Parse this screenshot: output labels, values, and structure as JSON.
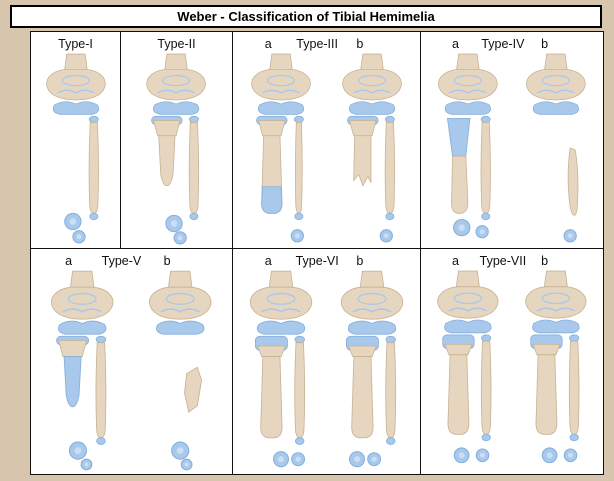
{
  "title": "Weber - Classification of Tibial Hemimelia",
  "colors": {
    "background": "#d7c5ae",
    "panel_bg": "#ffffff",
    "border": "#111111",
    "bone_tan": "#e6d6bf",
    "bone_edge": "#c9b394",
    "bone_blue": "#a8c9ec",
    "blue_edge": "#85afdc",
    "dot_highlight": "#cfe0f4"
  },
  "panels": [
    {
      "label": "Type-I",
      "sublabels": [],
      "figures": [
        {
          "femur": true,
          "epiphysis_band": true,
          "tibia": "none",
          "fibula": "full",
          "dots": [
            [
              37,
              166,
              8
            ],
            [
              43,
              181,
              6
            ]
          ]
        }
      ]
    },
    {
      "label": "Type-II",
      "sublabels": [],
      "figures": [
        {
          "femur": true,
          "epiphysis_band": true,
          "tibia": "short",
          "fibula": "full",
          "dots": [
            [
              38,
              168,
              8
            ],
            [
              44,
              182,
              6
            ]
          ]
        }
      ]
    },
    {
      "label": "Type-III",
      "sublabels": [
        "a",
        "b"
      ],
      "figures": [
        {
          "femur": true,
          "epiphysis_band": true,
          "tibia": "full",
          "tibia_distal_blue": true,
          "fibula": "thin",
          "dots": [
            [
              56,
              180,
              6
            ]
          ]
        },
        {
          "femur": true,
          "epiphysis_band": true,
          "tibia": "jagged",
          "fibula": "full",
          "dots": [
            [
              54,
              180,
              6
            ]
          ]
        }
      ]
    },
    {
      "label": "Type-IV",
      "sublabels": [
        "a",
        "b"
      ],
      "figures": [
        {
          "femur": true,
          "epiphysis_band": true,
          "tibia": "blue_proximal",
          "fibula": "full",
          "dots": [
            [
              34,
              172,
              8
            ],
            [
              54,
              176,
              6
            ]
          ]
        },
        {
          "femur": true,
          "epiphysis_band": true,
          "tibia": "none",
          "fibula": "fragment",
          "dots": [
            [
              54,
              180,
              6
            ]
          ]
        }
      ]
    },
    {
      "label": "Type-V",
      "sublabels": [
        "a",
        "b"
      ],
      "figures": [
        {
          "femur": true,
          "epiphysis_band": true,
          "tibia": "blue_shaft",
          "fibula": "full",
          "dots": [
            [
              36,
              170,
              8
            ],
            [
              44,
              183,
              5
            ]
          ]
        },
        {
          "femur": true,
          "epiphysis_band": true,
          "tibia": "none",
          "fibula": "none",
          "fragment": true,
          "dots": [
            [
              40,
              170,
              8
            ],
            [
              46,
              183,
              5
            ]
          ]
        }
      ]
    },
    {
      "label": "Type-VI",
      "sublabels": [
        "a",
        "b"
      ],
      "figures": [
        {
          "femur": true,
          "epiphysis_band": true,
          "tibia": "full",
          "tibia_top_blue": true,
          "fibula": "full",
          "dots": [
            [
              40,
              178,
              7
            ],
            [
              56,
              178,
              6
            ]
          ]
        },
        {
          "femur": true,
          "epiphysis_band": true,
          "tibia": "full",
          "tibia_top_blue": true,
          "fibula": "full",
          "dots": [
            [
              26,
              178,
              7
            ],
            [
              42,
              178,
              6
            ]
          ]
        }
      ]
    },
    {
      "label": "Type-VII",
      "sublabels": [
        "a",
        "b"
      ],
      "figures": [
        {
          "femur": true,
          "epiphysis_band": true,
          "tibia": "full",
          "tibia_top_blue": true,
          "fibula": "full",
          "dots": [
            [
              34,
              178,
              7
            ],
            [
              54,
              178,
              6
            ]
          ]
        },
        {
          "femur": true,
          "epiphysis_band": true,
          "tibia": "full",
          "tibia_top_blue": true,
          "fibula": "full",
          "dots": [
            [
              34,
              178,
              7
            ],
            [
              54,
              178,
              6
            ]
          ]
        }
      ]
    }
  ]
}
